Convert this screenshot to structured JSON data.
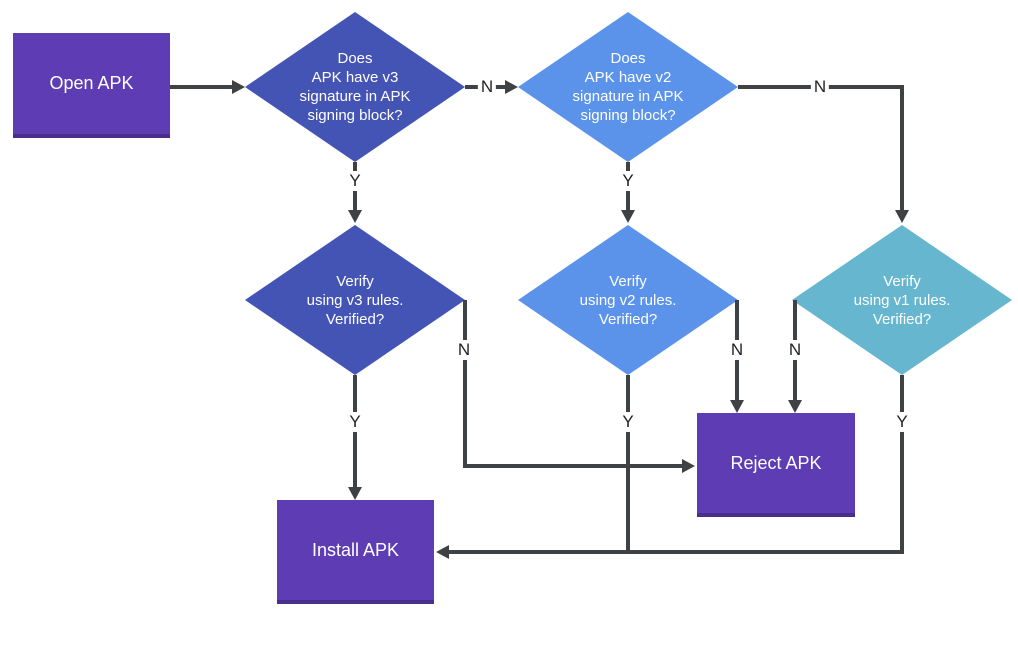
{
  "nodes": {
    "open_apk": {
      "label": "Open APK",
      "type": "process"
    },
    "v3_signature_check": {
      "label": "Does\nAPK have v3\nsignature in APK\nsigning block?",
      "type": "decision"
    },
    "v2_signature_check": {
      "label": "Does\nAPK have v2\nsignature in APK\nsigning block?",
      "type": "decision"
    },
    "v3_verify": {
      "label": "Verify\nusing v3 rules.\nVerified?",
      "type": "decision"
    },
    "v2_verify": {
      "label": "Verify\nusing v2 rules.\nVerified?",
      "type": "decision"
    },
    "v1_verify": {
      "label": "Verify\nusing v1 rules.\nVerified?",
      "type": "decision"
    },
    "reject_apk": {
      "label": "Reject APK",
      "type": "process"
    },
    "install_apk": {
      "label": "Install APK",
      "type": "process"
    }
  },
  "edges": [
    {
      "from": "open_apk",
      "to": "v3_signature_check",
      "label": ""
    },
    {
      "from": "v3_signature_check",
      "to": "v2_signature_check",
      "label": "N"
    },
    {
      "from": "v3_signature_check",
      "to": "v3_verify",
      "label": "Y"
    },
    {
      "from": "v2_signature_check",
      "to": "v2_verify",
      "label": "Y"
    },
    {
      "from": "v2_signature_check",
      "to": "v1_verify",
      "label": "N"
    },
    {
      "from": "v3_verify",
      "to": "install_apk",
      "label": "Y"
    },
    {
      "from": "v3_verify",
      "to": "reject_apk",
      "label": "N"
    },
    {
      "from": "v2_verify",
      "to": "reject_apk",
      "label": "N"
    },
    {
      "from": "v2_verify",
      "to": "install_apk",
      "label": "Y"
    },
    {
      "from": "v1_verify",
      "to": "reject_apk",
      "label": "N"
    },
    {
      "from": "v1_verify",
      "to": "install_apk",
      "label": "Y"
    }
  ],
  "colors": {
    "process_fill": "#5e3cb4",
    "decision_v3_fill": "#4454b4",
    "decision_v2_fill": "#5b93eb",
    "decision_v1_fill": "#66b6cf",
    "connector": "#3f4245",
    "node_text": "#ffffff",
    "edge_label_text": "#222326",
    "background": "#ffffff"
  }
}
